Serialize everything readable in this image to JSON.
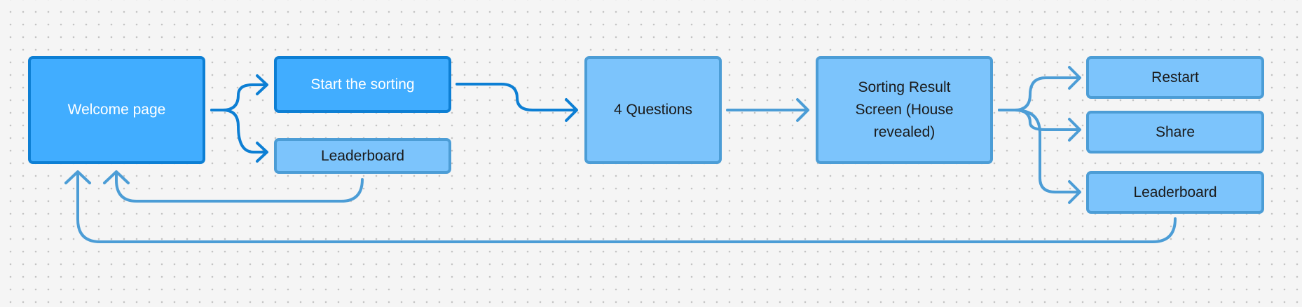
{
  "diagram": {
    "nodes": {
      "welcome": {
        "label": "Welcome page"
      },
      "start_sorting": {
        "label": "Start the sorting"
      },
      "leaderboard_home": {
        "label": "Leaderboard"
      },
      "questions": {
        "label": "4 Questions"
      },
      "result": {
        "label_lines": [
          "Sorting Result",
          "Screen (House",
          "revealed)"
        ]
      },
      "restart": {
        "label": "Restart"
      },
      "share": {
        "label": "Share"
      },
      "leaderboard_result": {
        "label": "Leaderboard"
      }
    },
    "edges": [
      {
        "from": "welcome",
        "to": "start_sorting"
      },
      {
        "from": "welcome",
        "to": "leaderboard_home"
      },
      {
        "from": "leaderboard_home",
        "to": "welcome"
      },
      {
        "from": "start_sorting",
        "to": "questions"
      },
      {
        "from": "questions",
        "to": "result"
      },
      {
        "from": "result",
        "to": "restart"
      },
      {
        "from": "result",
        "to": "share"
      },
      {
        "from": "result",
        "to": "leaderboard_result"
      },
      {
        "from": "leaderboard_result",
        "to": "welcome"
      }
    ],
    "colors": {
      "primary_fill": "#41adff",
      "primary_stroke": "#0d7fd4",
      "secondary_fill": "#7cc4fc",
      "secondary_stroke": "#4c9dd6",
      "connector_primary": "#0d7fd4",
      "connector_secondary": "#4c9dd6",
      "canvas_background": "#f5f5f5"
    }
  }
}
